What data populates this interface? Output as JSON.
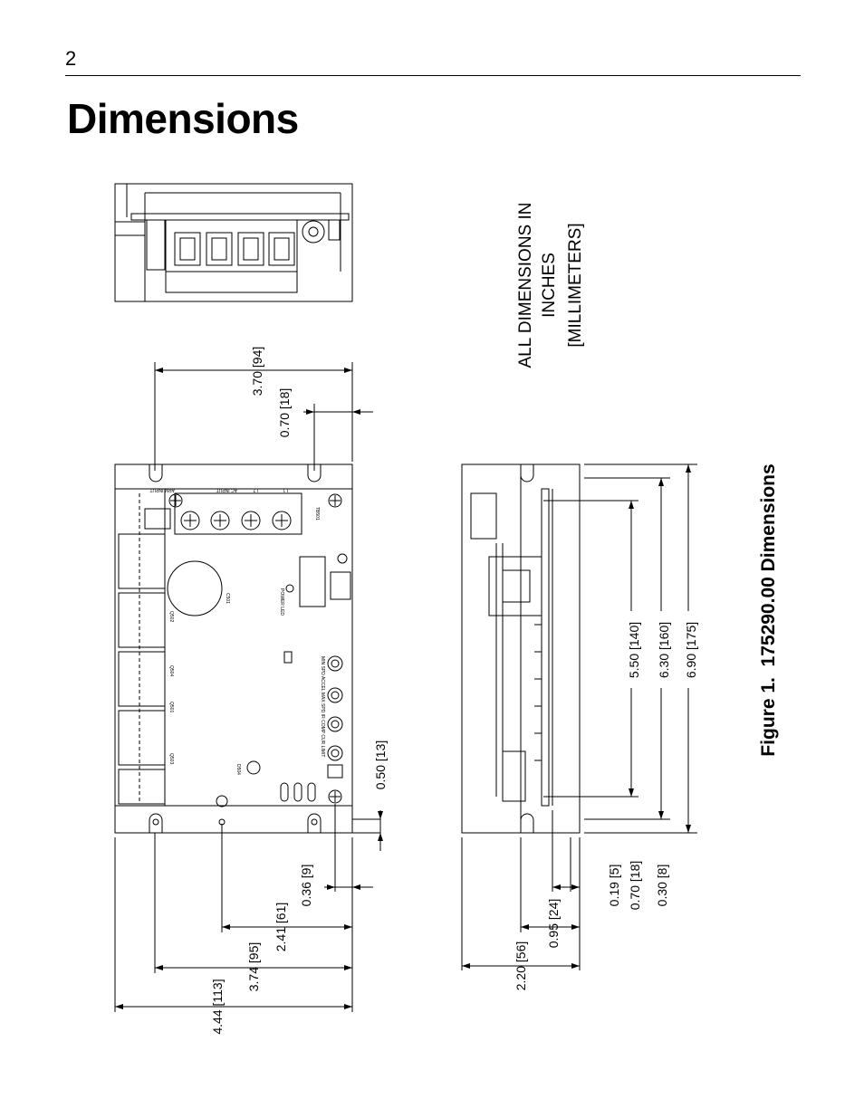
{
  "page": {
    "number": "2",
    "title": "Dimensions"
  },
  "units_note": [
    "ALL DIMENSIONS IN",
    "INCHES",
    "[MILLIMETERS]"
  ],
  "figure_caption": "Figure 1.  175290.00 Dimensions",
  "dimensions": {
    "top_width": "3.70 [94]",
    "top_offset": "0.70 [18]",
    "right_offset": "0.50 [13]",
    "hole_offset": "0.36 [9]",
    "hole_center": "2.41 [61]",
    "hole_span": "3.74 [95]",
    "overall_width": "4.44 [113]",
    "height_5_50": "5.50 [140]",
    "height_6_30": "6.30 [160]",
    "height_6_90": "6.90 [175]",
    "side_0_19": "0.19 [5]",
    "side_0_70": "0.70 [18]",
    "side_0_30": "0.30 [8]",
    "side_0_95": "0.95 [24]",
    "side_2_20": "2.20 [56]"
  },
  "board_labels": {
    "tb501": "TB501",
    "arm_input": "ARM INPUT",
    "ac_input": "AC INPUT",
    "l2": "L2",
    "l1": "L1",
    "c501": "C501",
    "q502": "Q502",
    "q504": "Q504",
    "q501": "Q501",
    "q503": "Q503",
    "d504": "D504",
    "pots": "MIN SPD ACCEL MAX SPD IR COMP CUR LIMIT",
    "power_led": "POWER LED"
  }
}
